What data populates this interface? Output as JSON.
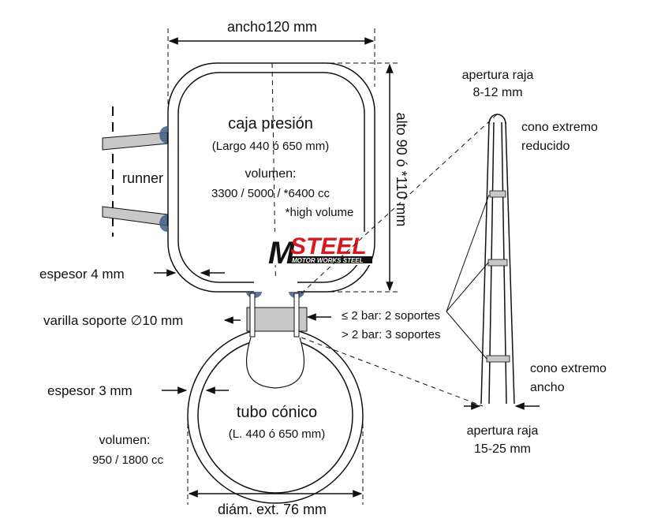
{
  "top_dim": {
    "width_label": "ancho120 mm"
  },
  "side_dim": {
    "height_label": "alto 90 ó *110 mm"
  },
  "pressure_box": {
    "title": "caja presión",
    "length": "(Largo 440 ó 650 mm)",
    "volume_title": "volumen:",
    "volume_values": "3300 / 5000 / *6400 cc",
    "note": "*high volume"
  },
  "runner_label": "runner",
  "wall_box": "espesor 4 mm",
  "rod": "varilla soporte ∅10 mm",
  "supports": {
    "line1": "≤ 2 bar: 2 soportes",
    "line2": "> 2 bar: 3 soportes"
  },
  "cone_tube": {
    "wall": "espesor 3 mm",
    "title": "tubo cónico",
    "length": "(L. 440 ó 650 mm)",
    "volume_title": "volumen:",
    "volume_values": "950 / 1800 cc",
    "diameter": "diám. ext. 76 mm"
  },
  "side_view": {
    "top_slot_title": "apertura raja",
    "top_slot_value": "8-12 mm",
    "reduced_end_1": "cono extremo",
    "reduced_end_2": "reducido",
    "wide_end_1": "cono extremo",
    "wide_end_2": "ancho",
    "bottom_slot_title": "apertura raja",
    "bottom_slot_value": "15-25 mm"
  },
  "logo": {
    "text": "STEEL",
    "subtext": "MOTOR WORKS STEEL",
    "mark": "M"
  },
  "colors": {
    "line": "#111111",
    "fill": "#ffffff",
    "grey": "#c8c8c8",
    "blue": "#3f5d86",
    "logo_red": "#d71920"
  }
}
